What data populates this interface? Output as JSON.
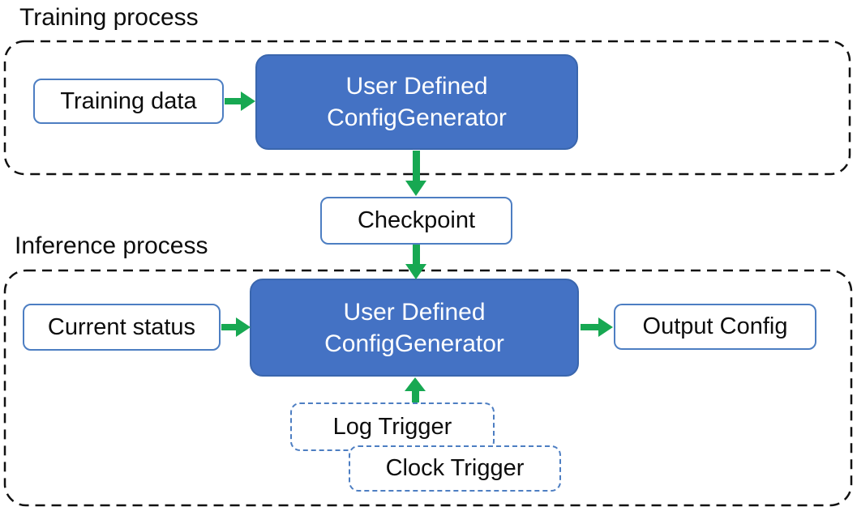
{
  "colors": {
    "blue_fill": "#4472C4",
    "blue_dark_border": "#3a66ad",
    "outline_blue": "#4d7ec2",
    "arrow_green": "#17a852",
    "dash_black": "#111111",
    "text_black": "#0d0d0d"
  },
  "training": {
    "section_label": "Training process",
    "data_box": "Training data",
    "generator_line1": "User Defined",
    "generator_line2": "ConfigGenerator"
  },
  "checkpoint_box": "Checkpoint",
  "inference": {
    "section_label": "Inference process",
    "status_box": "Current status",
    "generator_line1": "User Defined",
    "generator_line2": "ConfigGenerator",
    "output_box": "Output Config",
    "log_trigger_box": "Log Trigger",
    "clock_trigger_box": "Clock Trigger"
  }
}
